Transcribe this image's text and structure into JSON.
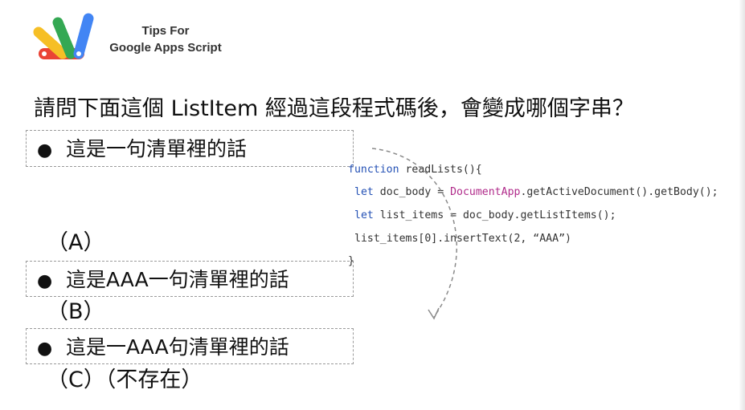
{
  "header": {
    "line1": "Tips For",
    "line2": "Google Apps Script"
  },
  "question": "請問下面這個 ListItem 經過這段程式碼後，會變成哪個字串？",
  "original_item": {
    "bullet": "●",
    "text": "這是一句清單裡的話"
  },
  "options": [
    {
      "label": "（A）",
      "bullet": "●",
      "text": "這是AAA一句清單裡的話"
    },
    {
      "label": "（B）",
      "bullet": "●",
      "text": "這是一AAA句清單裡的話"
    },
    {
      "label": "（C）（不存在）"
    }
  ],
  "code": {
    "line1": {
      "kw": "function",
      "rest": " readLists(){"
    },
    "line2": {
      "kw": "let",
      "pre": " doc_body = ",
      "cls": "DocumentApp",
      "rest": ".getActiveDocument().getBody();"
    },
    "line3": {
      "kw": "let",
      "rest": " list_items = doc_body.getListItems();"
    },
    "line4": {
      "text": "list_items[0].insertText(2, “AAA”)"
    },
    "line5": {
      "text": "}"
    }
  },
  "colors": {
    "keyword": "#2451b5",
    "class": "#b02a8a",
    "logo_yellow": "#f6bf26",
    "logo_blue": "#4285f4",
    "logo_green": "#34a853",
    "logo_red": "#ea4335"
  }
}
